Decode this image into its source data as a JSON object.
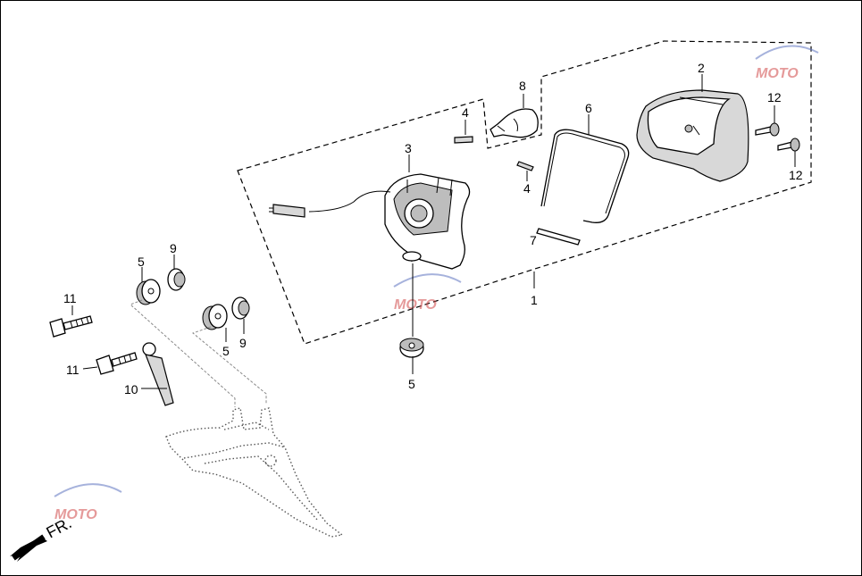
{
  "callouts": {
    "c1": "1",
    "c2": "2",
    "c3": "3",
    "c4a": "4",
    "c4b": "4",
    "c5a": "5",
    "c5b": "5",
    "c5c": "5",
    "c6": "6",
    "c7": "7",
    "c8": "8",
    "c9a": "9",
    "c9b": "9",
    "c10": "10",
    "c11a": "11",
    "c11b": "11",
    "c12a": "12",
    "c12b": "12"
  },
  "direction": {
    "label": "FR."
  },
  "watermark": {
    "text": "MOTO"
  },
  "icons": {
    "direction_arrow": "arrow-down-left-icon",
    "watermark_logo": "moto-logo-icon"
  }
}
